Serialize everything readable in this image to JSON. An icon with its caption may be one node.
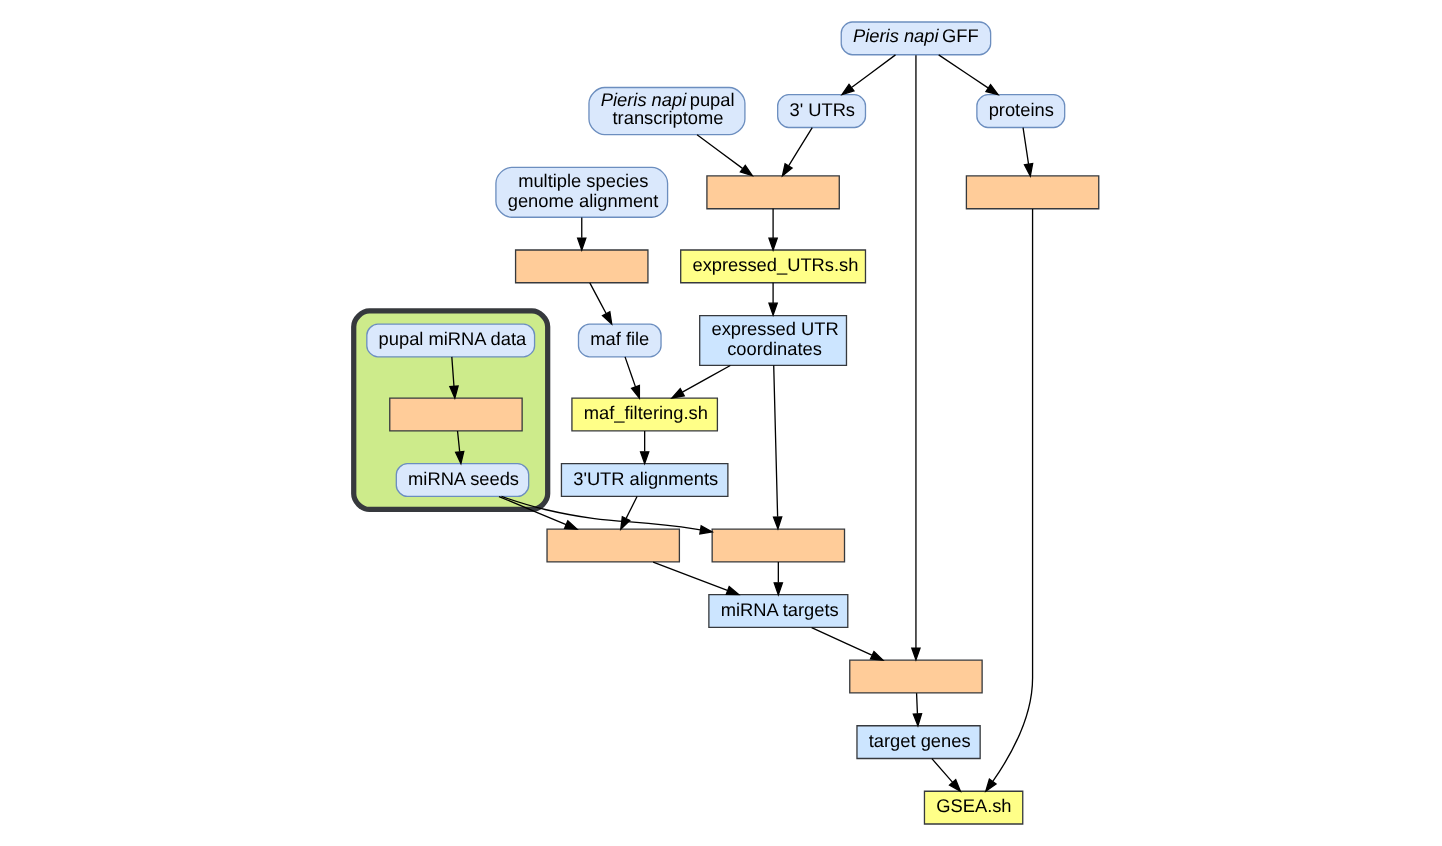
{
  "diagram": {
    "nodes": [
      {
        "text": [],
        "shape": "box"
      },
      {
        "text": [
          "pupal miRNA data"
        ],
        "in": 0
      },
      {
        "text": [],
        "shape": "box",
        "in": 0
      },
      {
        "text": [
          "miRNA seeds"
        ],
        "in": 0
      },
      {
        "text": [
          "multiple species genome alignment"
        ]
      },
      {
        "text": [],
        "shape": "box"
      },
      {
        "text": [
          "maf file"
        ]
      },
      {
        "text": [
          "maf_filtering.sh"
        ]
      },
      {
        "text": [
          "*Pieris napi* pupal transcriptome"
        ]
      },
      {
        "text": [],
        "shape": "box"
      },
      {
        "text": [
          "expressed_UTRs.sh"
        ]
      },
      {
        "text": [
          "*Pieris napi* GFF"
        ]
      },
      {
        "text": [
          "3' UTRs"
        ]
      },
      {
        "text": [
          "expressed UTR coordinates"
        ]
      },
      {
        "text": [
          "proteins"
        ]
      },
      {
        "text": [],
        "shape": "box"
      },
      {
        "text": [
          "3'UTR alignments"
        ]
      },
      {
        "text": [],
        "shape": "box"
      },
      {
        "text": [],
        "shape": "box"
      },
      {
        "text": [
          "miRNA targets"
        ]
      },
      {
        "text": [],
        "shape": "box"
      },
      {
        "text": [
          "target genes"
        ]
      },
      {
        "text": [
          "GSEA.sh"
        ]
      }
    ],
    "edges": [
      {
        "from": 1,
        "to": 2,
        "arrow": "to"
      },
      {
        "from": 2,
        "to": 3,
        "arrow": "to"
      },
      {
        "from": 4,
        "to": 5,
        "arrow": "to"
      },
      {
        "from": 5,
        "to": 6,
        "arrow": "to"
      },
      {
        "from": 6,
        "to": 7,
        "arrow": "to"
      },
      {
        "from": 8,
        "to": 9,
        "arrow": "to"
      },
      {
        "from": 11,
        "to": 12,
        "arrow": "to"
      },
      {
        "from": 12,
        "to": 9,
        "arrow": "to"
      },
      {
        "from": 9,
        "to": 10,
        "arrow": "to"
      },
      {
        "from": 10,
        "to": 13,
        "arrow": "to"
      },
      {
        "from": 13,
        "to": 7,
        "arrow": "to"
      },
      {
        "from": 11,
        "to": 14,
        "arrow": "to"
      },
      {
        "from": 11,
        "to": 20,
        "arrow": "to"
      },
      {
        "from": 7,
        "to": 16,
        "arrow": "to"
      },
      {
        "from": 3,
        "to": 15,
        "arrow": "to"
      },
      {
        "from": 3,
        "to": 17,
        "arrow": "to"
      },
      {
        "from": 16,
        "to": 15,
        "arrow": "to"
      },
      {
        "from": 13,
        "to": 17,
        "arrow": "to"
      },
      {
        "from": 14,
        "to": 18,
        "arrow": "to"
      },
      {
        "from": 15,
        "to": 19,
        "arrow": "to"
      },
      {
        "from": 17,
        "to": 19,
        "arrow": "to"
      },
      {
        "from": 18,
        "to": 22,
        "arrow": "to"
      },
      {
        "from": 19,
        "to": 20,
        "arrow": "to"
      },
      {
        "from": 20,
        "to": 21,
        "arrow": "to"
      },
      {
        "from": 21,
        "to": 22,
        "arrow": "to"
      }
    ]
  }
}
